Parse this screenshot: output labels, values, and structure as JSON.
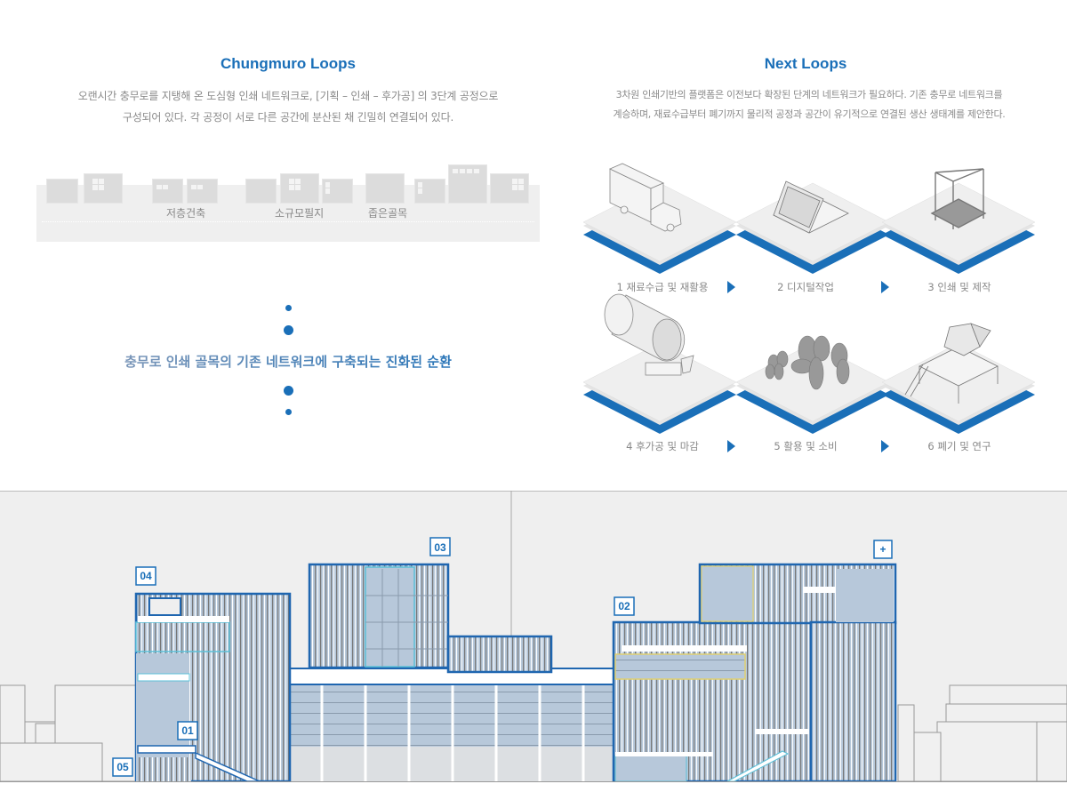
{
  "left": {
    "title": "Chungmuro Loops",
    "paragraph": [
      "오랜시간 충무로를 지탱해 온 도심형 인쇄 네트워크로, [기획 – 인쇄 – 후가공] 의 3단계 공정으로",
      "구성되어 있다. 각 공정이 서로 다른 공간에 분산된 채 긴밀히 연결되어 있다."
    ],
    "street_labels": [
      "저층건축",
      "소규모필지",
      "좁은골목"
    ],
    "tagline": "충무로 인쇄 골목의 기존 네트워크에 구축되는 진화된 순환"
  },
  "right": {
    "title": "Next Loops",
    "paragraph": [
      "3차원 인쇄기반의 플랫폼은 이전보다 확장된 단계의 네트워크가 필요하다. 기존 충무로 네트워크를",
      "계승하며, 재료수급부터 폐기까지 물리적 공정과 공간이 유기적으로 연결된 생산 생태계를 제안한다."
    ],
    "steps": [
      {
        "label": "1 재료수급 및 재활용",
        "icon": "truck-icon"
      },
      {
        "label": "2 디지털작업",
        "icon": "laptop-icon"
      },
      {
        "label": "3 인쇄 및 제작",
        "icon": "3d-printer-icon"
      },
      {
        "label": "4 후가공 및 마감",
        "icon": "tank-machine-icon"
      },
      {
        "label": "5 활용 및 소비",
        "icon": "balloon-dog-icon"
      },
      {
        "label": "6 폐기 및 연구",
        "icon": "recycling-plant-icon"
      }
    ]
  },
  "elevation": {
    "tags": [
      "01",
      "02",
      "03",
      "04",
      "05",
      "+"
    ]
  },
  "colors": {
    "accent": "#1a6fb8",
    "glass": "#b7c8da",
    "outline": "#1f66b0",
    "bg": "#efefef"
  }
}
